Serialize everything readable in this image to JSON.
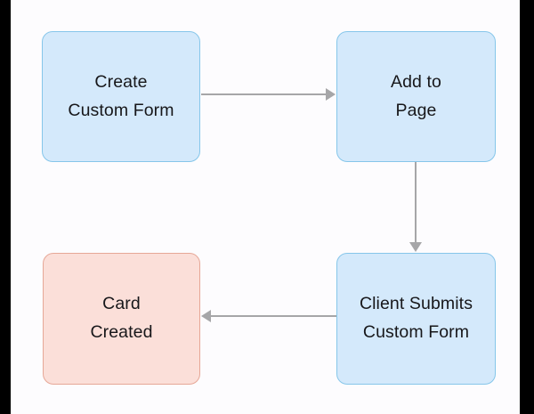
{
  "diagram": {
    "background_color": "#fdfcfe",
    "frame_color": "#000000",
    "nodes": [
      {
        "id": "create-custom-form",
        "lines": [
          "Create",
          "Custom Form"
        ],
        "fill": "#d4e9fb",
        "stroke": "#86c6ea",
        "text_color": "#17171a"
      },
      {
        "id": "add-to-page",
        "lines": [
          "Add to",
          "Page"
        ],
        "fill": "#d4e9fb",
        "stroke": "#86c6ea",
        "text_color": "#17171a"
      },
      {
        "id": "card-created",
        "lines": [
          "Card",
          "Created"
        ],
        "fill": "#fbdfd9",
        "stroke": "#e6a797",
        "text_color": "#17171a"
      },
      {
        "id": "client-submits-custom-form",
        "lines": [
          "Client Submits",
          "Custom Form"
        ],
        "fill": "#d4e9fb",
        "stroke": "#86c6ea",
        "text_color": "#17171a"
      }
    ],
    "edges": [
      {
        "id": "create-to-add",
        "from": "create-custom-form",
        "to": "add-to-page",
        "direction": "right",
        "label": "",
        "color": "#a6a6a8"
      },
      {
        "id": "add-to-client",
        "from": "add-to-page",
        "to": "client-submits-custom-form",
        "direction": "down",
        "label": "",
        "color": "#a6a6a8"
      },
      {
        "id": "client-to-card",
        "from": "client-submits-custom-form",
        "to": "card-created",
        "direction": "left",
        "label": "",
        "color": "#a6a6a8"
      }
    ]
  }
}
